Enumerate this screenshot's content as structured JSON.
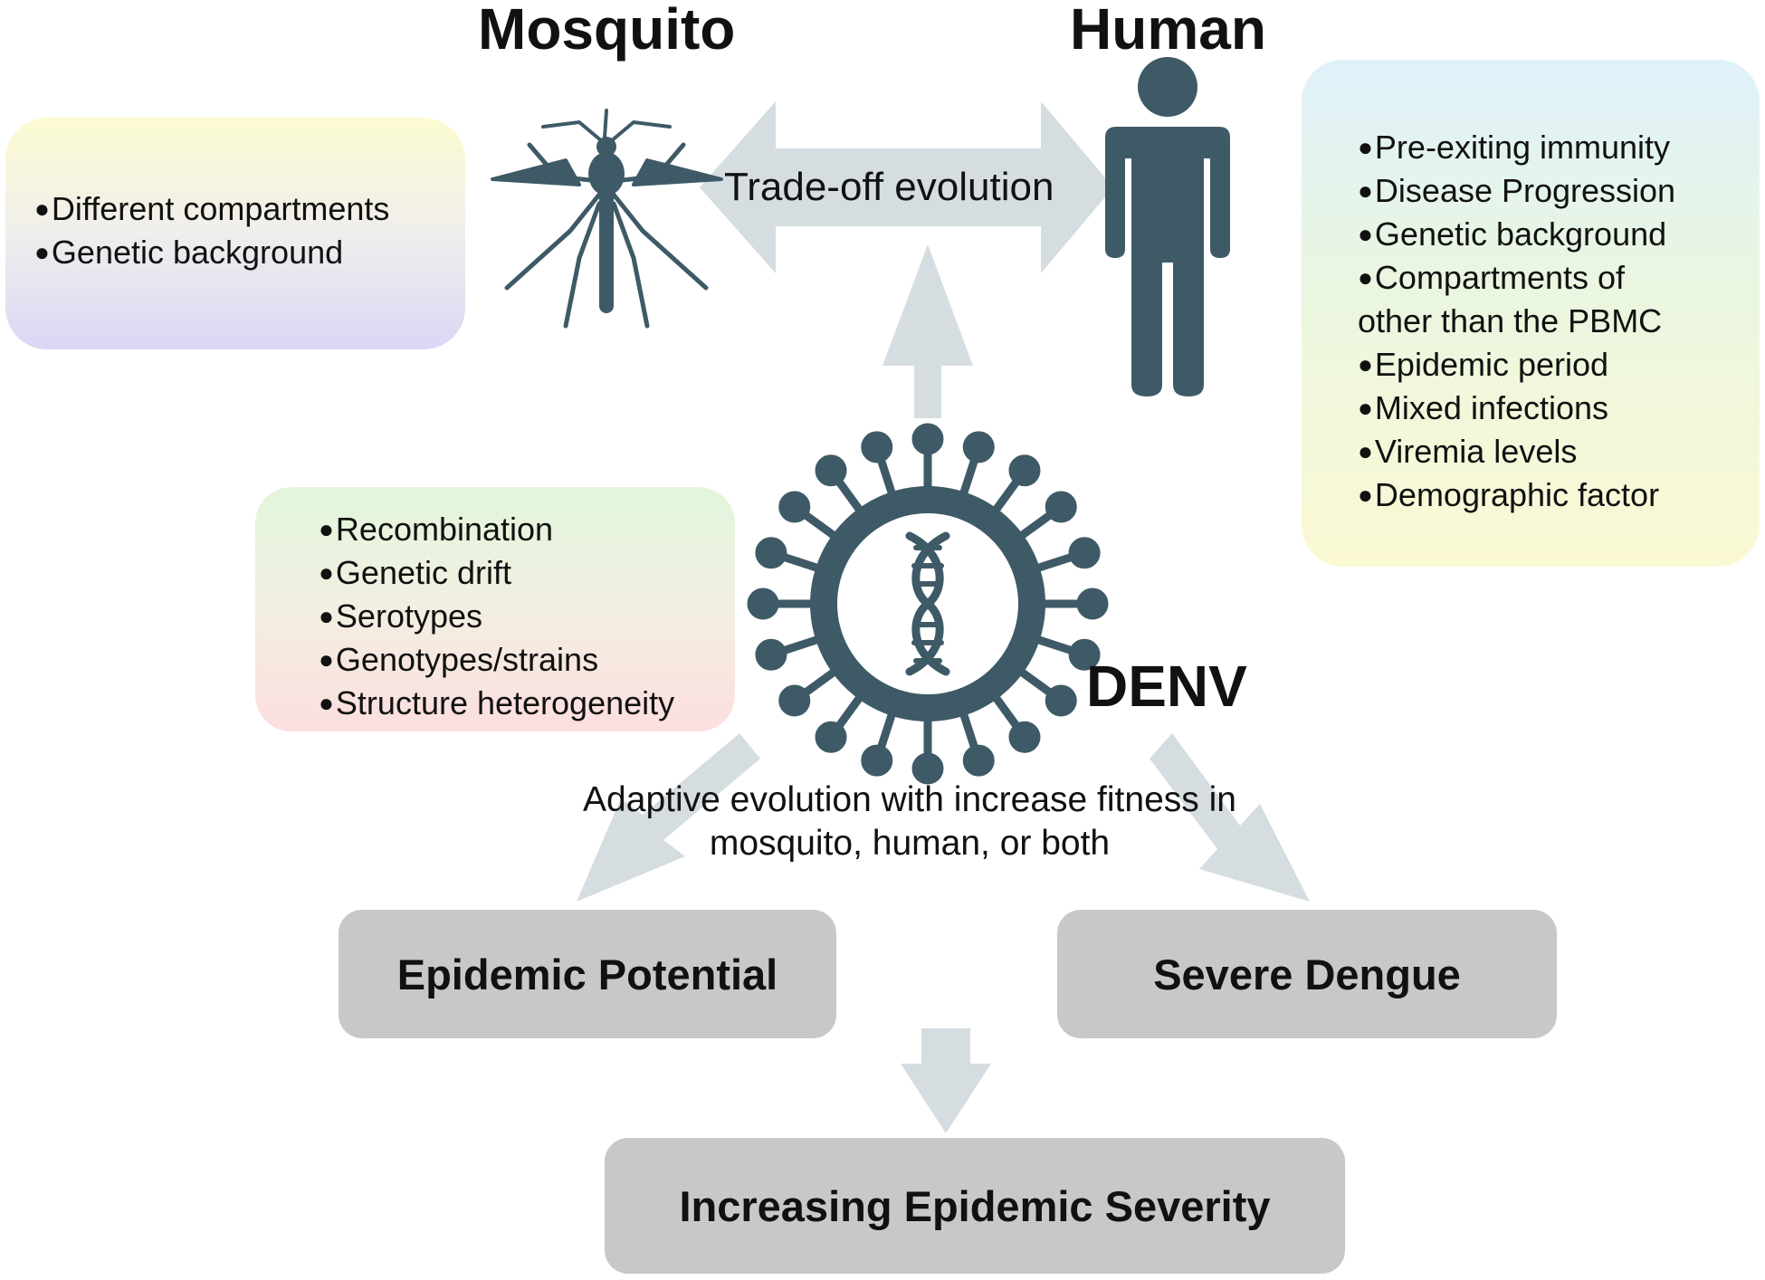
{
  "hosts": {
    "mosquito_title": "Mosquito",
    "human_title": "Human",
    "virus_title": "DENV"
  },
  "mosquito_factors": [
    "Different compartments",
    "Genetic background"
  ],
  "human_factors": [
    "Pre-exiting immunity",
    "Disease Progression",
    "Genetic background",
    "Compartments of",
    "other than the PBMC",
    "Epidemic period",
    "Mixed infections",
    "Viremia levels",
    "Demographic factor"
  ],
  "virus_factors": [
    "Recombination",
    "Genetic drift",
    "Serotypes",
    "Genotypes/strains",
    "Structure heterogeneity"
  ],
  "arrows": {
    "trade_off_label": "Trade-off evolution",
    "adaptive_line1": "Adaptive evolution with increase fitness in",
    "adaptive_line2": "mosquito, human, or both"
  },
  "outcomes": {
    "epidemic_potential": "Epidemic Potential",
    "severe_dengue": "Severe Dengue",
    "increasing_severity": "Increasing Epidemic Severity"
  },
  "colors": {
    "icon": "#3e5a67",
    "arrow": "#d5dde1",
    "outcome_box": "#c8c8c8"
  },
  "icons": [
    "mosquito-icon",
    "human-icon",
    "virus-icon",
    "dna-icon"
  ]
}
